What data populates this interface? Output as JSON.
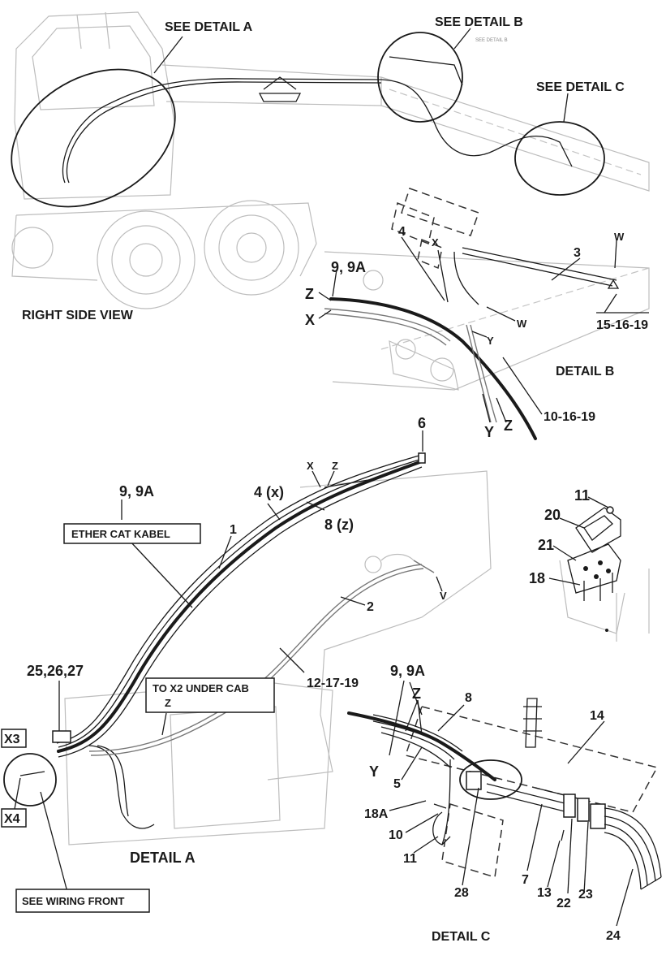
{
  "labels": {
    "see_detail_a": "SEE DETAIL A",
    "see_detail_b": "SEE DETAIL B",
    "see_detail_b_small": "SEE DETAIL B",
    "see_detail_c": "SEE DETAIL C",
    "right_side_view": "RIGHT SIDE VIEW",
    "detail_a": "DETAIL A",
    "detail_b": "DETAIL B",
    "detail_c": "DETAIL C",
    "ether_cat_kabel": "ETHER CAT KABEL",
    "to_x2_under_cab": "TO X2 UNDER CAB",
    "see_wiring_front": "SEE WIRING FRONT",
    "x3": "X3",
    "x4": "X4"
  },
  "detail_b_callouts": {
    "c4": "4",
    "x_small": "X",
    "w_top": "W",
    "c3": "3",
    "c9_9a": "9, 9A",
    "z": "Z",
    "x": "X",
    "w_mid": "W",
    "y_small": "Y",
    "c15_16_19": "15-16-19",
    "c10_16_19": "10-16-19",
    "y": "Y",
    "z2": "Z"
  },
  "detail_a_callouts": {
    "c6": "6",
    "x_small": "X",
    "z_small": "Z",
    "c9_9a": "9, 9A",
    "c4x": "4 (x)",
    "c8z": "8 (z)",
    "c1": "1",
    "c2": "2",
    "v": "V",
    "c12_17_19": "12-17-19",
    "c25_26_27": "25,26,27",
    "z_small2": "Z"
  },
  "bracket_callouts": {
    "c11": "11",
    "c20": "20",
    "c21": "21",
    "c18": "18"
  },
  "detail_c_callouts": {
    "c9_9a": "9, 9A",
    "z": "Z",
    "c8": "8",
    "c14": "14",
    "y": "Y",
    "c5": "5",
    "c18a": "18A",
    "c10": "10",
    "c11": "11",
    "c28": "28",
    "c7": "7",
    "c13": "13",
    "c22": "22",
    "c23": "23",
    "c24": "24"
  }
}
